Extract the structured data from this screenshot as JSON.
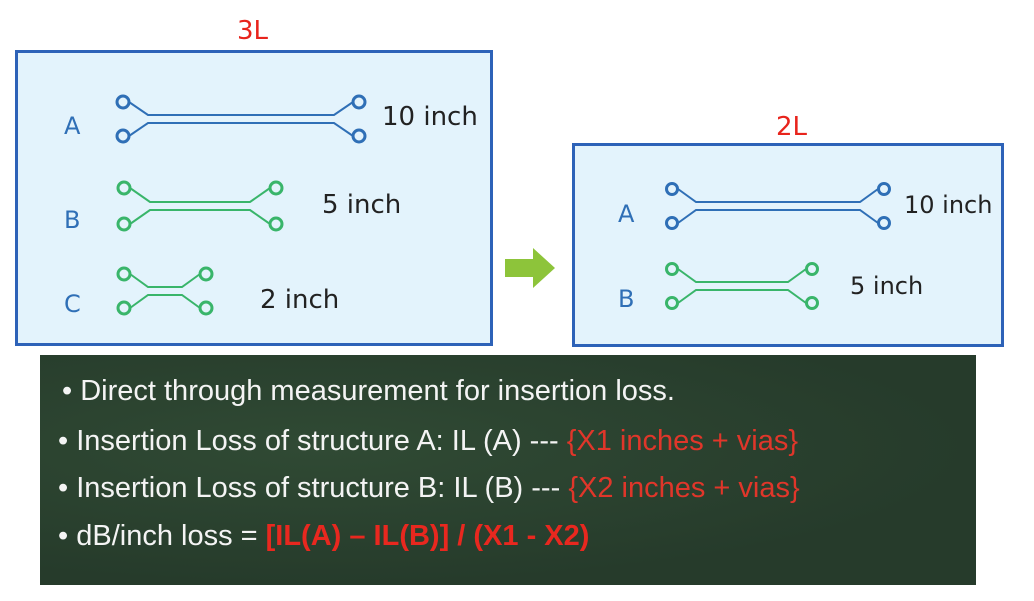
{
  "left_panel": {
    "title": "3L",
    "rows": [
      {
        "label": "A",
        "length": "10 inch",
        "color": "#2f6fb6"
      },
      {
        "label": "B",
        "length": "5 inch",
        "color": "#39b56a"
      },
      {
        "label": "C",
        "length": "2 inch",
        "color": "#39b56a"
      }
    ]
  },
  "right_panel": {
    "title": "2L",
    "rows": [
      {
        "label": "A",
        "length": "10 inch",
        "color": "#2f6fb6"
      },
      {
        "label": "B",
        "length": "5 inch",
        "color": "#39b56a"
      }
    ]
  },
  "arrow": {
    "color": "#8dc43a"
  },
  "notes": {
    "line1": "Direct through measurement for insertion loss.",
    "line2_text": "Insertion Loss of structure A: IL (A) --- ",
    "line2_red": "{X1 inches + vias}",
    "line3_text": "Insertion Loss of structure B: IL (B) --- ",
    "line3_red": "{X2 inches + vias}",
    "line4_text": "dB/inch loss = ",
    "line4_red": "[IL(A) – IL(B)] / (X1 - X2)"
  },
  "colors": {
    "title_red": "#e8241c",
    "board_fill": "#e3f3fc",
    "board_border": "#2d62b8",
    "chalkboard": "#283e2d"
  }
}
